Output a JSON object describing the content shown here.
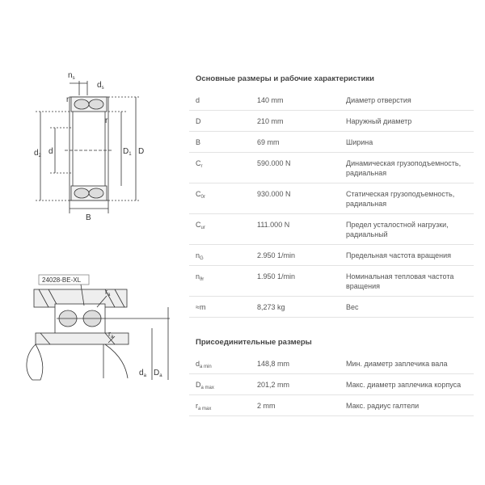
{
  "section1": {
    "title": "Основные размеры и рабочие характеристики",
    "rows": [
      {
        "sym": "d",
        "sub": "",
        "value": "140 mm",
        "desc": "Диаметр отверстия"
      },
      {
        "sym": "D",
        "sub": "",
        "value": "210 mm",
        "desc": "Наружный диаметр"
      },
      {
        "sym": "B",
        "sub": "",
        "value": "69 mm",
        "desc": "Ширина"
      },
      {
        "sym": "C",
        "sub": "r",
        "value": "590.000 N",
        "desc": "Динамическая грузоподъемность, радиальная"
      },
      {
        "sym": "C",
        "sub": "0r",
        "value": "930.000 N",
        "desc": "Статическая грузоподъемность, радиальная"
      },
      {
        "sym": "C",
        "sub": "ur",
        "value": "111.000 N",
        "desc": "Предел усталостной нагрузки, радиальный"
      },
      {
        "sym": "n",
        "sub": "G",
        "value": "2.950 1/min",
        "desc": "Предельная частота вращения"
      },
      {
        "sym": "n",
        "sub": "ϑr",
        "value": "1.950 1/min",
        "desc": "Номинальная тепловая частота вращения"
      },
      {
        "sym": "≈m",
        "sub": "",
        "value": "8,273 kg",
        "desc": "Вес"
      }
    ]
  },
  "section2": {
    "title": "Присоединительные размеры",
    "rows": [
      {
        "sym": "d",
        "sub": "a min",
        "value": "148,8 mm",
        "desc": "Мин. диаметр заплечика вала"
      },
      {
        "sym": "D",
        "sub": "a max",
        "value": "201,2 mm",
        "desc": "Макс. диаметр заплечика корпуса"
      },
      {
        "sym": "r",
        "sub": "a max",
        "value": "2 mm",
        "desc": "Макс. радиус галтели"
      }
    ]
  },
  "drawing": {
    "top_labels": {
      "ns": "n",
      "ns_sub": "s",
      "ds": "d",
      "ds_sub": "s",
      "r1": "r",
      "r2": "r",
      "d2": "d",
      "d2_sub": "2",
      "d": "d",
      "D1": "D",
      "D1_sub": "1",
      "D": "D",
      "B": "B"
    },
    "bottom_labels": {
      "code": "24028-BE-XL",
      "ra1": "r",
      "ra1_sub": "a",
      "ra2": "r",
      "ra2_sub": "a",
      "da": "d",
      "da_sub": "a",
      "Da": "D",
      "Da_sub": "a"
    }
  }
}
